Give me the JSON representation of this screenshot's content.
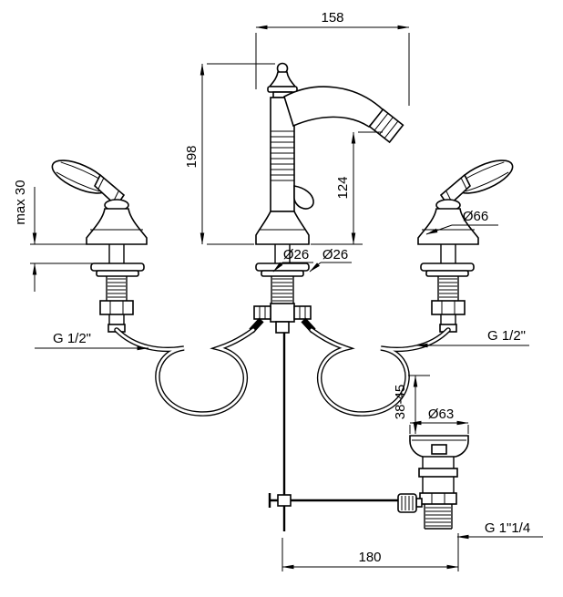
{
  "page": {
    "background": "#ffffff",
    "line_color": "#000000"
  },
  "dimensions": {
    "spout_reach": "158",
    "spout_height": "198",
    "aerator_height": "124",
    "max_deck_thickness": "max 30",
    "handle_diameter": "Ø66",
    "escutcheon_diameter_left": "Ø26",
    "escutcheon_diameter_center": "Ø26",
    "inlet_thread_left": "G 1/2\"",
    "inlet_thread_right": "G 1/2\"",
    "drain_height_range": "38-45",
    "drain_flange_diameter": "Ø63",
    "drain_thread": "G 1\"1/4",
    "drain_offset": "180"
  }
}
